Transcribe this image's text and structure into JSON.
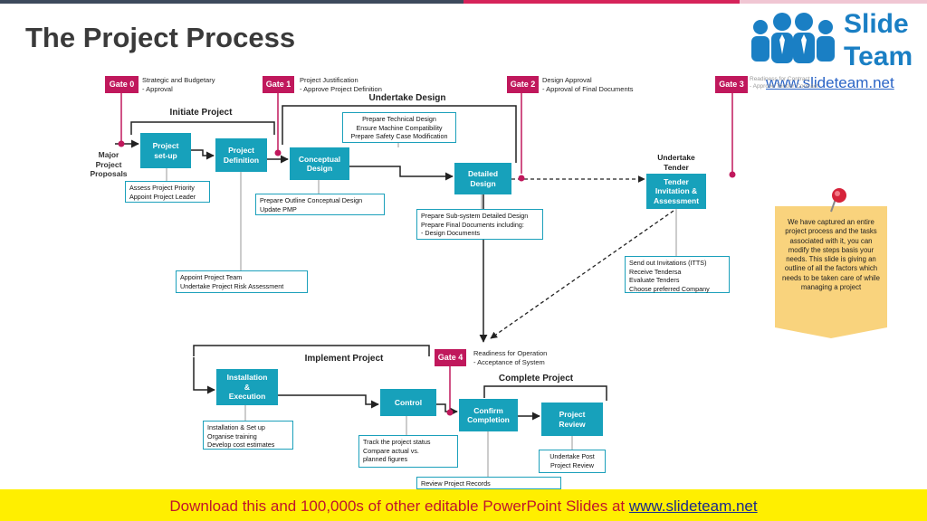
{
  "title": "The Project Process",
  "logo": {
    "line1": "Slide",
    "line2": "Team",
    "url": "www.slideteam.net"
  },
  "gates": [
    {
      "label": "Gate 0",
      "note": "Strategic and Budgetary\n- Approval"
    },
    {
      "label": "Gate 1",
      "note": "Project Justification\n- Approve Project Definition"
    },
    {
      "label": "Gate 2",
      "note": "Design Approval\n- Approval of Final Documents"
    },
    {
      "label": "Gate 3",
      "note": "Readiness for Contract\n- Approve Tender Contract"
    },
    {
      "label": "Gate 4",
      "note": "Readiness for Operation\n- Acceptance of System"
    }
  ],
  "phases": {
    "initiate": "Initiate Project",
    "undertake_design": "Undertake Design",
    "undertake_tender": "Undertake\nTender",
    "implement": "Implement Project",
    "complete": "Complete Project"
  },
  "proposals": "Major\nProject\nProposals",
  "boxes": {
    "setup": "Project\nset-up",
    "definition": "Project\nDefinition",
    "conceptual": "Conceptual\nDesign",
    "detailed": "Detailed\nDesign",
    "tender": "Tender\nInvitation &\nAssessment",
    "installation": "Installation\n&\nExecution",
    "control": "Control",
    "confirm": "Confirm\nCompletion",
    "review": "Project\nReview"
  },
  "notes": {
    "setup": "Assess Project Priority\nAppoint Project Leader",
    "team": "Appoint Project Team\nUndertake Project Risk Assessment",
    "prepare_design": "Prepare Technical Design\nEnsure Machine Compatibility\nPrepare Safety Case Modification",
    "conceptual": "Prepare Outline Conceptual Design\nUpdate PMP",
    "subsystem": "Prepare Sub-system Detailed Design\nPrepare Final Documents including:\n- Design Documents",
    "tender": "Send out Invitations (ITTS)\nReceive Tendersa\nEvaluate Tenders\nChoose preferred Company",
    "installation": "Installation & Set up\nOrganise training\nDevelop cost estimates",
    "control": "Track the project status\nCompare actual vs.\nplanned figures",
    "review": "Undertake Post\nProject Review",
    "records": "Review Project Records"
  },
  "sticky": "We have captured an entire project process and the tasks associated with it, you can modify the steps basis your needs. This slide is giving an outline of all the factors which needs to be taken care of while managing a project",
  "footer": {
    "text": "Download this and 100,000s of other editable PowerPoint Slides at ",
    "url": "www.slideteam.net"
  },
  "colors": {
    "teal": "#17a1bb",
    "gate": "#c0185c",
    "sticky": "#f9d37d",
    "footer": "#ffef00",
    "footer_text": "#c0162c"
  }
}
